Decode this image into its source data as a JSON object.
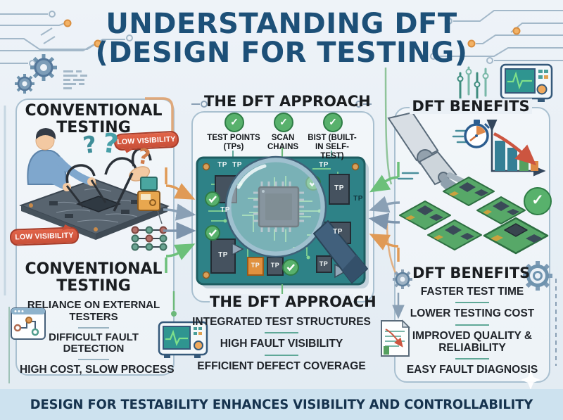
{
  "title": {
    "line1": "UNDERSTANDING DFT",
    "line2": "(DESIGN FOR TESTING)"
  },
  "glyphs": {
    "check": "✓",
    "question": "?"
  },
  "left": {
    "heading_top": "CONVENTIONAL TESTING",
    "callout_top": "LOW VISIBILITY",
    "callout_bottom": "LOW VISIBILITY",
    "heading_bottom": "CONVENTIONAL TESTING",
    "bullets": [
      "RELIANCE ON EXTERNAL TESTERS",
      "DIFFICULT FAULT DETECTION",
      "HIGH COST, SLOW PROCESS"
    ]
  },
  "middle": {
    "heading_top": "THE DFT APPROACH",
    "features": [
      "TEST POINTS (TPs)",
      "SCAN CHAINS",
      "BIST (BUILT-IN SELF-TEST)"
    ],
    "tp_label": "TP",
    "heading_bottom": "THE DFT APPROACH",
    "bullets": [
      "INTEGRATED TEST STRUCTURES",
      "HIGH FAULT VISIBILITY",
      "EFFICIENT DEFECT COVERAGE"
    ]
  },
  "right": {
    "heading_top": "DFT BENEFITS",
    "heading_bottom": "DFT BENEFITS",
    "bullets": [
      "FASTER TEST TIME",
      "LOWER TESTING COST",
      "IMPROVED QUALITY & RELIABILITY",
      "EASY FAULT DIAGNOSIS"
    ]
  },
  "banner": {
    "text": "DESIGN FOR TESTABILITY ENHANCES VISIBILITY AND CONTROLLABILITY"
  },
  "colors": {
    "title": "#1d5078",
    "accent_green": "#58b16c",
    "accent_orange": "#e09a56",
    "callout_red": "#d6573f",
    "board_teal": "#2e8287",
    "banner_bg": "#cde2ef"
  }
}
